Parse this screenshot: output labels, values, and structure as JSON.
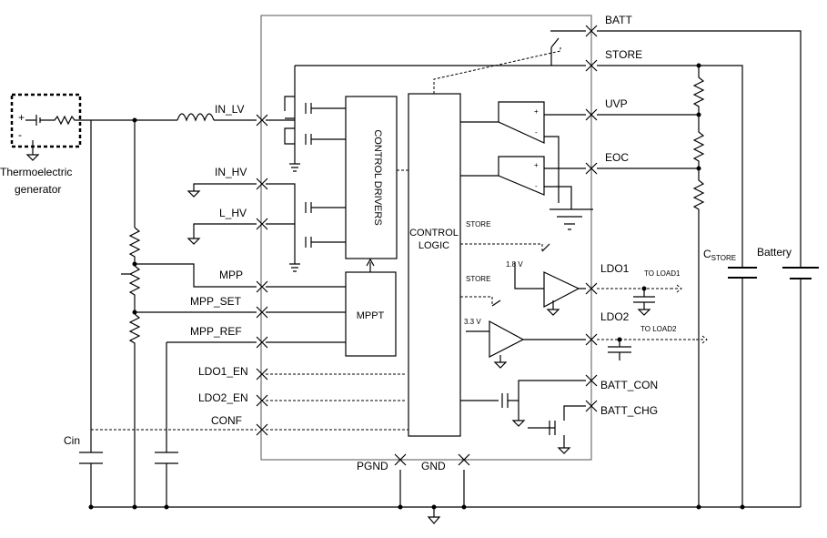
{
  "pins": {
    "batt": "BATT",
    "store": "STORE",
    "uvp": "UVP",
    "eoc": "EOC",
    "ldo1": "LDO1",
    "ldo2": "LDO2",
    "batt_con": "BATT_CON",
    "batt_chg": "BATT_CHG",
    "in_lv": "IN_LV",
    "in_hv": "IN_HV",
    "l_hv": "L_HV",
    "mpp": "MPP",
    "mpp_set": "MPP_SET",
    "mpp_ref": "MPP_REF",
    "ldo1_en": "LDO1_EN",
    "ldo2_en": "LDO2_EN",
    "conf": "CONF",
    "pgnd": "PGND",
    "gnd": "GND"
  },
  "blocks": {
    "control_drivers": "CONTROL DRIVERS",
    "control_logic_1": "CONTROL",
    "control_logic_2": "LOGIC",
    "mppt": "MPPT"
  },
  "labels": {
    "thermo_1": "Thermoelectric",
    "thermo_2": "generator",
    "cin": "Cin",
    "cstore_main": "C",
    "cstore_sub": "STORE",
    "battery": "Battery",
    "store_1": "STORE",
    "store_2": "STORE",
    "v18": "1.8 V",
    "v33": "3.3 V",
    "to_load1": "TO LOAD1",
    "to_load2": "TO LOAD2",
    "plus": "+",
    "minus": "-"
  }
}
